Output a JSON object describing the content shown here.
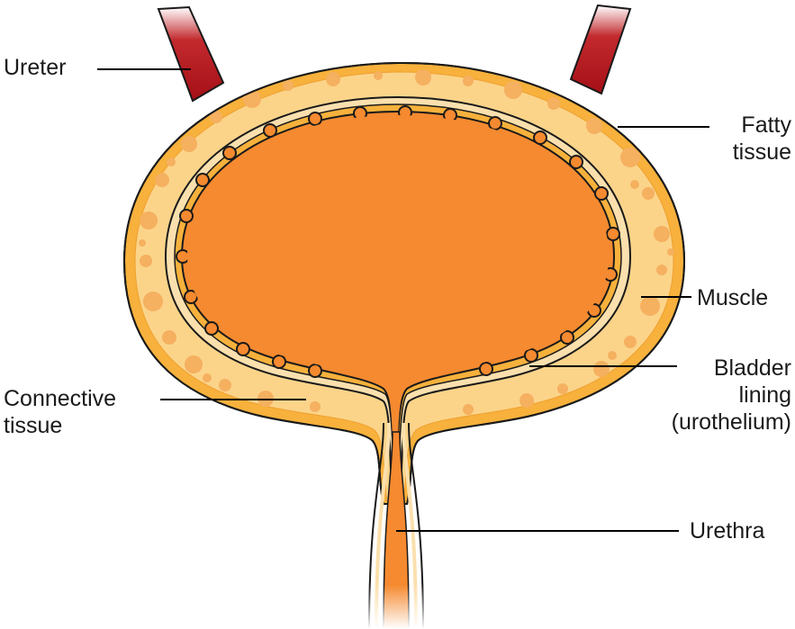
{
  "labels": {
    "ureter": "Ureter",
    "fatty_tissue": [
      "Fatty",
      "tissue"
    ],
    "muscle": "Muscle",
    "bladder_lining": [
      "Bladder",
      "lining",
      "(urothelium)"
    ],
    "connective_tissue": [
      "Connective",
      "tissue"
    ],
    "urethra": "Urethra"
  },
  "colors": {
    "lumen": "#F58A30",
    "lumen_outline": "#1a1a1a",
    "muscle_wall": "#FBD48A",
    "muscle_blobs": "#F5B060",
    "outer_tissue": "#F7B13C",
    "connective": "#FBE0AE",
    "ureter": "#B5141B",
    "leader_lines": "#000000"
  }
}
